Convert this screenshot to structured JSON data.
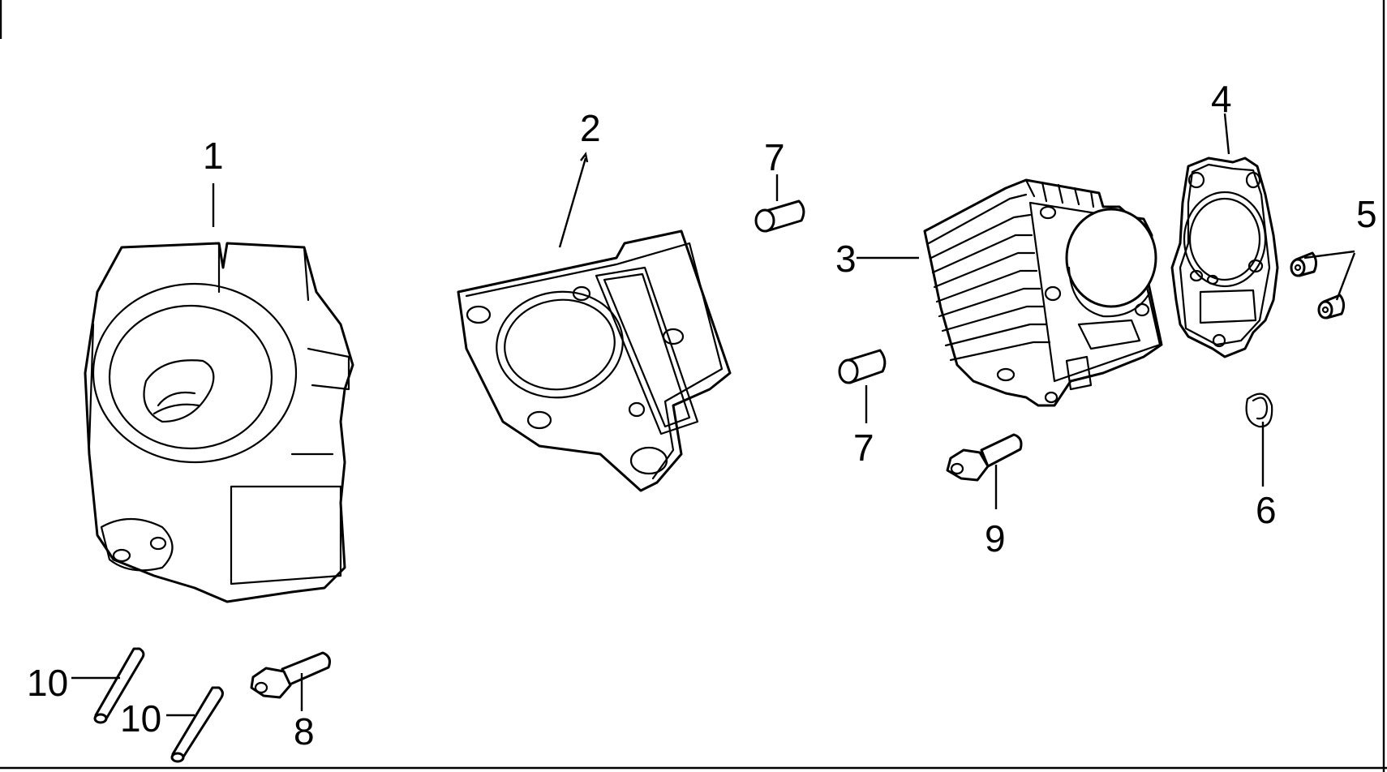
{
  "diagram": {
    "callouts": {
      "c1": "1",
      "c2": "2",
      "c3": "3",
      "c4": "4",
      "c5": "5",
      "c6": "6",
      "c7a": "7",
      "c7b": "7",
      "c8": "8",
      "c9": "9",
      "c10a": "10",
      "c10b": "10"
    }
  }
}
